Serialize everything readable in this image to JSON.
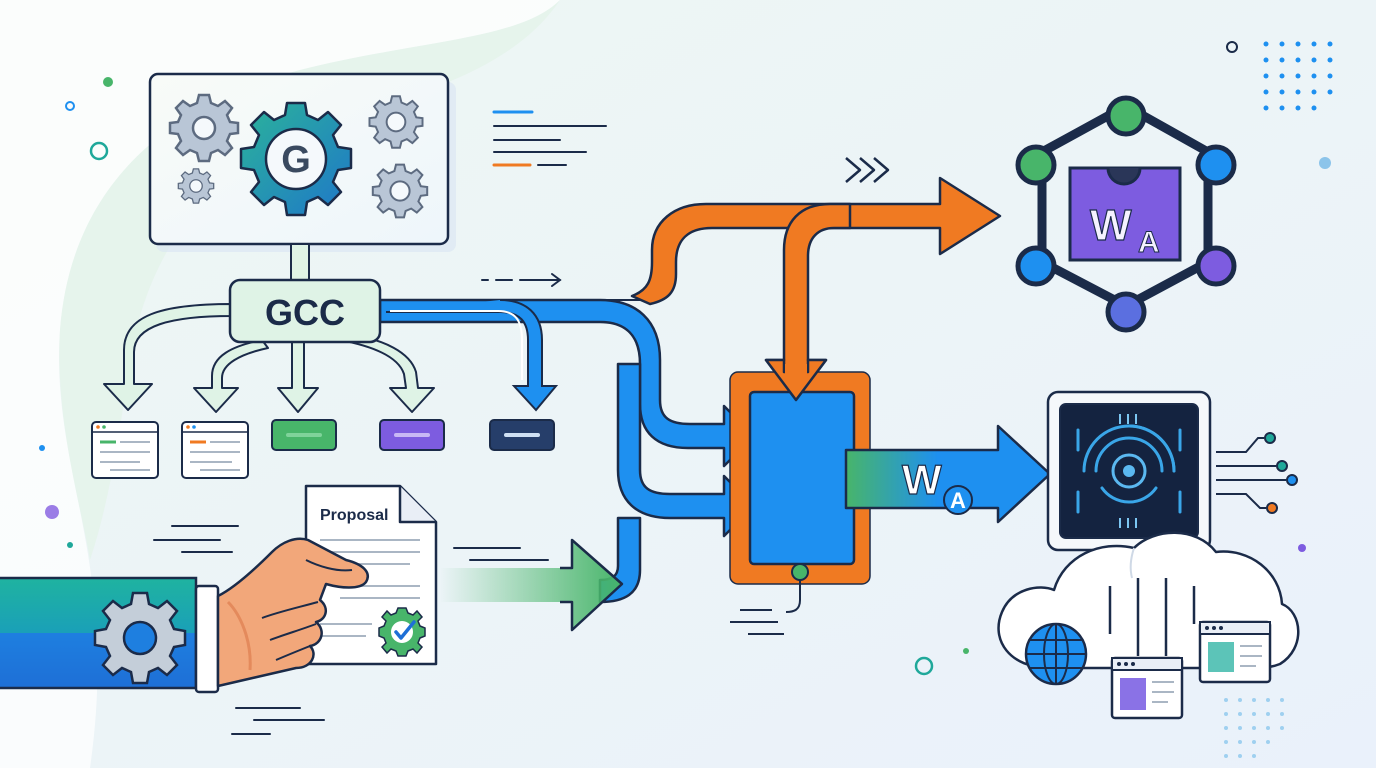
{
  "diagram": {
    "compiler_label": "GCC",
    "compiler_logo_letter": "G",
    "proposal_title": "Proposal",
    "wasm_badge": {
      "w": "W",
      "a": "A"
    },
    "wasm_node_badge": {
      "w": "W",
      "a": "A"
    }
  },
  "colors": {
    "blue": "#1e90f0",
    "orange": "#f07a22",
    "green": "#48b56a",
    "purple": "#7d5ce0",
    "navy": "#1b2b49",
    "teal": "#1fa89a",
    "gear": "#5d6b80",
    "mint": "#dff3e6"
  },
  "icons": {
    "compiler_gear": "g-logo-gear-icon",
    "small_gears": "gear-icon",
    "sleeve_gear": "gear-icon",
    "check": "check-badge-icon",
    "globe": "globe-icon",
    "chip": "cpu-chip-icon",
    "cloud": "cloud-icon",
    "window": "browser-window-icon"
  }
}
